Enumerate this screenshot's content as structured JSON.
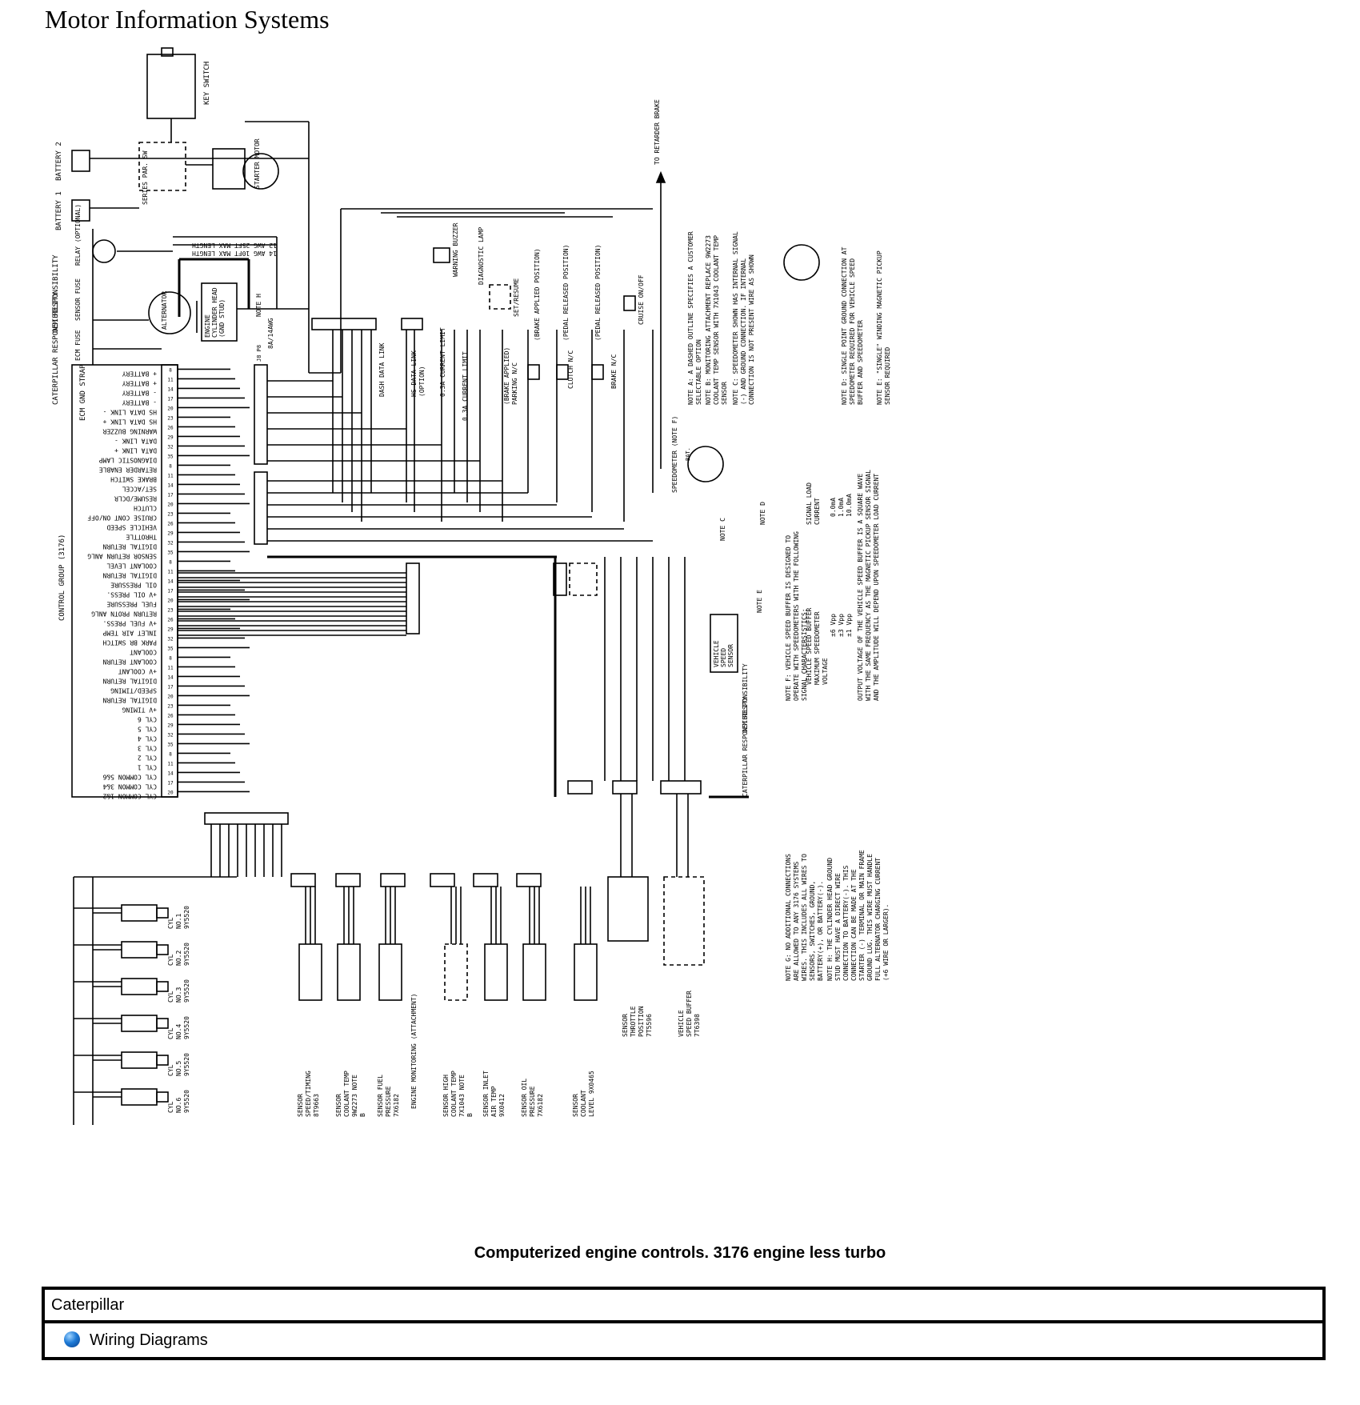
{
  "header": {
    "title": "Motor Information Systems"
  },
  "caption": "Computerized engine controls. 3176 engine less turbo",
  "category": "Caterpillar",
  "link": {
    "label": "Wiring Diagrams",
    "icon": "blue-bullet-icon"
  },
  "diagram": {
    "top_labels": [
      "KEY SWITCH",
      "BATTERY 2",
      "BATTERY 1",
      "SERIES PAR. SW",
      "STARTER MOTOR",
      "RELAY (OPTIONAL)",
      "OEM RESPONSIBILITY",
      "SENSOR FUSE",
      "ECM FUSE",
      "ALTERNATOR",
      "ENGINE CYLINDER HEAD (GND STUD)",
      "NOTE H",
      "8A/14AWG",
      "12 AWG 25FT MAX LENGTH",
      "14 AWG 10FT MAX LENGTH",
      "TO RETARDER BRAKE",
      "WARNING BUZZER",
      "DIAGNOSTIC LAMP",
      "SET/RESUME",
      "(BRAKE APPLIED POSITION)",
      "(PEDAL RELEASED POSITION)",
      "(PEDAL RELEASED POSITION)",
      "CRUISE ON/OFF",
      "DASH DATA LINK",
      "HS DATA LINK (OPTION)",
      "0.3A CURRENT LIMIT",
      "0.3A CURRENT LIMIT",
      "(BRAKE APPLIED) PARKING N/C",
      "CLUTCH N/C",
      "BRAKE N/C",
      "SPEEDOMETER (NOTE F)",
      "NOTE C",
      "NOTE D",
      "NOTE E",
      "VEHICLE SPEED SENSOR",
      "CATERPILLAR RESPONSIBILITY",
      "ECM GND STRAP",
      "CONTROL GROUP (3176)"
    ],
    "ecm_functions": [
      "+ BATTERY",
      "+ BATTERY",
      "- BATTERY",
      "- BATTERY",
      "HS DATA LINK -",
      "HS DATA LINK +",
      "WARNING BUZZER",
      "DATA LINK -",
      "DATA LINK +",
      "DIAGNOSTIC LAMP",
      "RETARDER ENABLE",
      "BRAKE SWITCH",
      "SET/ACCEL",
      "RESUME/DCLR",
      "CLUTCH",
      "CRUISE CONT ON/OFF",
      "VEHICLE SPEED",
      "THROTTLE",
      "DIGITAL RETURN",
      "SENSOR RETURN ANLG",
      "COOLANT LEVEL",
      "DIGITAL RETURN",
      "OIL PRESSURE",
      "+V OIL PRESS.",
      "FUEL PRESSURE",
      "RETURN PROTN ANLG",
      "+V FUEL PRESS.",
      "INLET AIR TEMP",
      "PARK BR SWITCH",
      "COOLANT",
      "COOLANT RETURN",
      "+V COOLANT",
      "DIGITAL RETURN",
      "SPEED/TIMING",
      "DIGITAL RETURN",
      "+V TIMING",
      "CYL 6",
      "CYL 5",
      "CYL 4",
      "CYL 3",
      "CYL 2",
      "CYL 1",
      "CYL COMMON 5&6",
      "CYL COMMON 3&4",
      "CYL COMMON 1&2"
    ],
    "sensors": [
      "SENSOR SPEED/TIMING 8T9663",
      "SENSOR COOLANT TEMP 9W2273 NOTE B",
      "SENSOR FUEL PRESSURE 7X6182",
      "ENGINE MONITORING (ATTACHMENT)",
      "SENSOR HIGH COOLANT TEMP 7X1043 NOTE B",
      "SENSOR INLET AIR TEMP 9X0412",
      "SENSOR OIL PRESSURE 7X6182",
      "SENSOR COOLANT LEVEL 9X0465",
      "SENSOR THROTTLE POSITION 7T5596",
      "VEHICLE SPEED BUFFER 7T6398"
    ],
    "injectors": [
      "CYL NO.1 9Y5520",
      "CYL NO.2 9Y5520",
      "CYL NO.3 9Y5520",
      "CYL NO.4 9Y5520",
      "CYL NO.5 9Y5520",
      "CYL NO.6 9Y5520"
    ],
    "notes": [
      "NOTE A: A DASHED OUTLINE SPECIFIES A CUSTOMER SELECTABLE OPTION",
      "NOTE B: MONITORING ATTACHMENT REPLACE 9W2273 COOLANT TEMP SENSOR WITH 7X1043 COOLANT TEMP SENSOR",
      "NOTE C: SPEEDOMETER SHOWN HAS INTERNAL SIGNAL (-) AND GROUND CONNECTION. IF INTERNAL CONNECTION IS NOT PRESENT WIRE AS SHOWN",
      "NOTE D: SINGLE POINT GROUND CONNECTION AT SPEEDOMETER REQUIRED FOR VEHICLE SPEED BUFFER AND SPEEDOMETER",
      "NOTE E: \"SINGLE\" WINDING MAGNETIC PICKUP SENSOR REQUIRED",
      "NOTE F: VEHICLE SPEED BUFFER IS DESIGNED TO OPERATE WITH SPEEDOMETERS WITH THE FOLLOWING SIGNAL CHARACTERSISTICS:",
      "NOTE G: NO ADDITIONAL CONNECTIONS ARE ALLOWED TO ANY 3176 SYSTEMS WIRES. THIS INCLUDES ALL WIRES TO SENSORS, SWITCHES, GROUND, BATTERY(+), OR BATTERY(-).",
      "NOTE H: THE CYLINDER HEAD GROUND STUD MUST HAVE A DIRECT WIRE CONNECTION TO BATTERY(-). THIS CONNECTION CAN BE MADE AT THE STARTER (-) TERMINAL OR MAIN FRAME GROUND LUG. THIS WIRE MUST HANDLE FULL ALTERNATOR CHARGING CURRENT (+6 WIRE OR LARGER)."
    ],
    "note_f_table": {
      "headers": [
        "VEHICLE SPEED BUFFER MAXIMUM SPEEDOMETER VOLTAGE",
        "SIGNAL LOAD CURRENT"
      ],
      "rows": [
        [
          "±6 Vpp",
          "0.0mA"
        ],
        [
          "±3 Vpp",
          "1.0mA"
        ],
        [
          "±1 Vpp",
          "10.0mA"
        ]
      ],
      "footer": "OUTPUT VOLTAGE OF THE VEHICLE SPEED BUFFER IS A SQUARE WAVE WITH THE SAME FREQUENCY AS THE MAGNETIC PICKUP SENSOR SIGNAL AND THE AMPLITUDE WILL DEPEND UPON SPEEDOMETER LOAD CURRENT"
    }
  }
}
